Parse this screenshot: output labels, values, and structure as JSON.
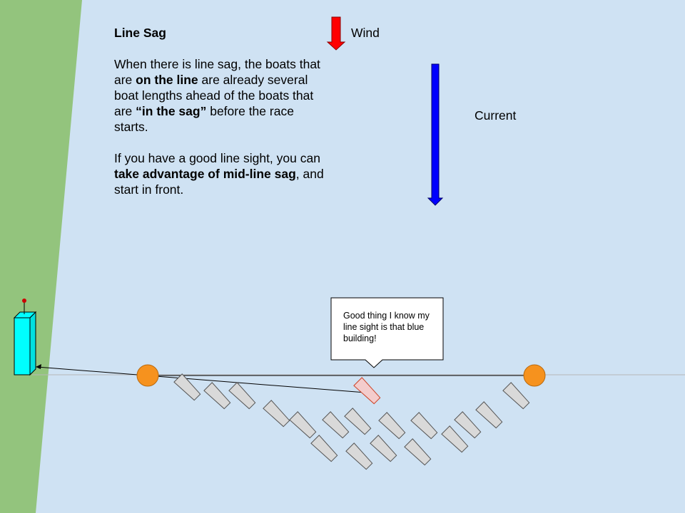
{
  "text": {
    "title": "Line Sag",
    "p1": {
      "a": "When there is line sag, the boats that are ",
      "b": "on the line",
      "c": " are already several boat lengths ahead of the boats that are ",
      "d": "“in the sag”",
      "e": " before the race starts."
    },
    "p2": {
      "a": "If you have a good line sight, you can ",
      "b": "take advantage of mid-line sag",
      "c": ", and start in front."
    }
  },
  "labels": {
    "wind": "Wind",
    "current": "Current"
  },
  "callout": {
    "text": "Good thing I know my line sight is that blue building!"
  },
  "colors": {
    "water": "#cfe2f3",
    "shore": "#93c47d",
    "wind_arrow": "#ff0000",
    "current_arrow": "#0000ff",
    "mark": "#f6921e",
    "building": "#00ffff",
    "boat": "#d9d9d9",
    "highlight_boat": "#f4cccc"
  },
  "icons": {
    "wind_arrow": "down-arrow-icon",
    "current_arrow": "down-arrow-icon",
    "building": "building-icon",
    "mark": "buoy-icon",
    "boat": "boat-icon"
  }
}
